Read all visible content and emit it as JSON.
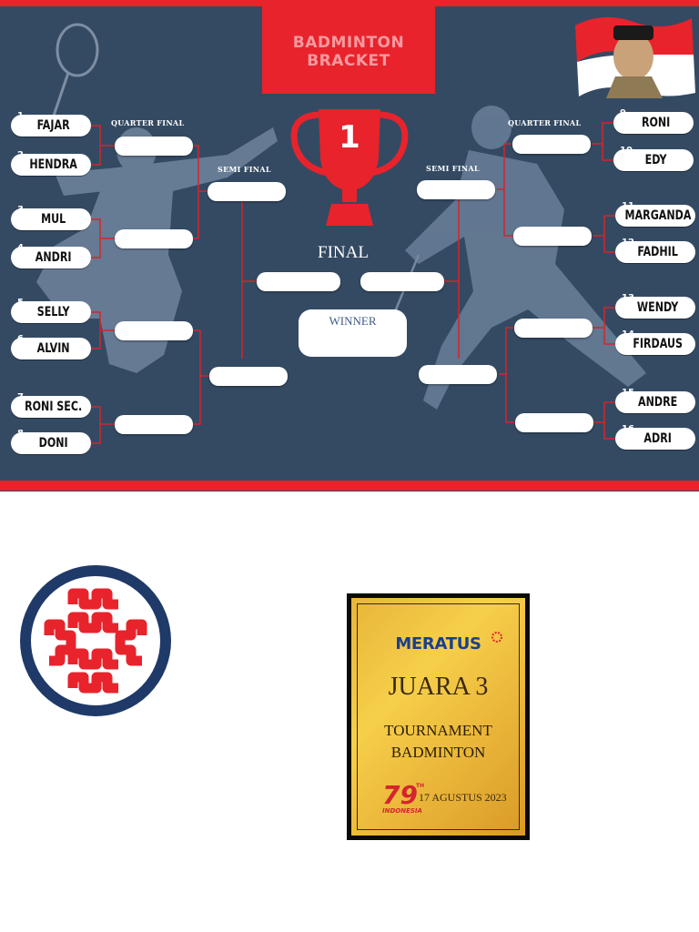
{
  "bracket": {
    "title_line1": "BADMINTON",
    "title_line2": "BRACKET",
    "rounds": {
      "quarter_final_left": "QUARTER FINAL",
      "quarter_final_right": "QUARTER FINAL",
      "semi_final_left": "SEMI FINAL",
      "semi_final_right": "SEMI FINAL",
      "final": "FINAL",
      "winner": "WINNER"
    },
    "trophy_number": "1",
    "players": [
      {
        "seed": "1",
        "name": "FAJAR"
      },
      {
        "seed": "2",
        "name": "HENDRA"
      },
      {
        "seed": "3",
        "name": "MUL"
      },
      {
        "seed": "4",
        "name": "ANDRI"
      },
      {
        "seed": "5",
        "name": "SELLY"
      },
      {
        "seed": "6",
        "name": "ALVIN"
      },
      {
        "seed": "7",
        "name": "RONI SEC."
      },
      {
        "seed": "8",
        "name": "DONI"
      },
      {
        "seed": "9",
        "name": "RONI"
      },
      {
        "seed": "10",
        "name": "EDY"
      },
      {
        "seed": "11",
        "name": "MARGANDA"
      },
      {
        "seed": "12",
        "name": "FADHIL"
      },
      {
        "seed": "13",
        "name": "WENDY"
      },
      {
        "seed": "14",
        "name": "FIRDAUS"
      },
      {
        "seed": "15",
        "name": "ANDRE"
      },
      {
        "seed": "16",
        "name": "ADRI"
      }
    ],
    "colors": {
      "background": "#344a63",
      "accent": "#e8232c",
      "slot": "#ffffff"
    }
  },
  "plaque": {
    "brand": "MERATUS",
    "rank": "JUARA 3",
    "line1": "TOURNAMENT",
    "line2": "BADMINTON",
    "emblem_number": "79",
    "emblem_superscript": "TH",
    "emblem_text": "INDONESIA",
    "date": "17 AGUSTUS 2023"
  }
}
